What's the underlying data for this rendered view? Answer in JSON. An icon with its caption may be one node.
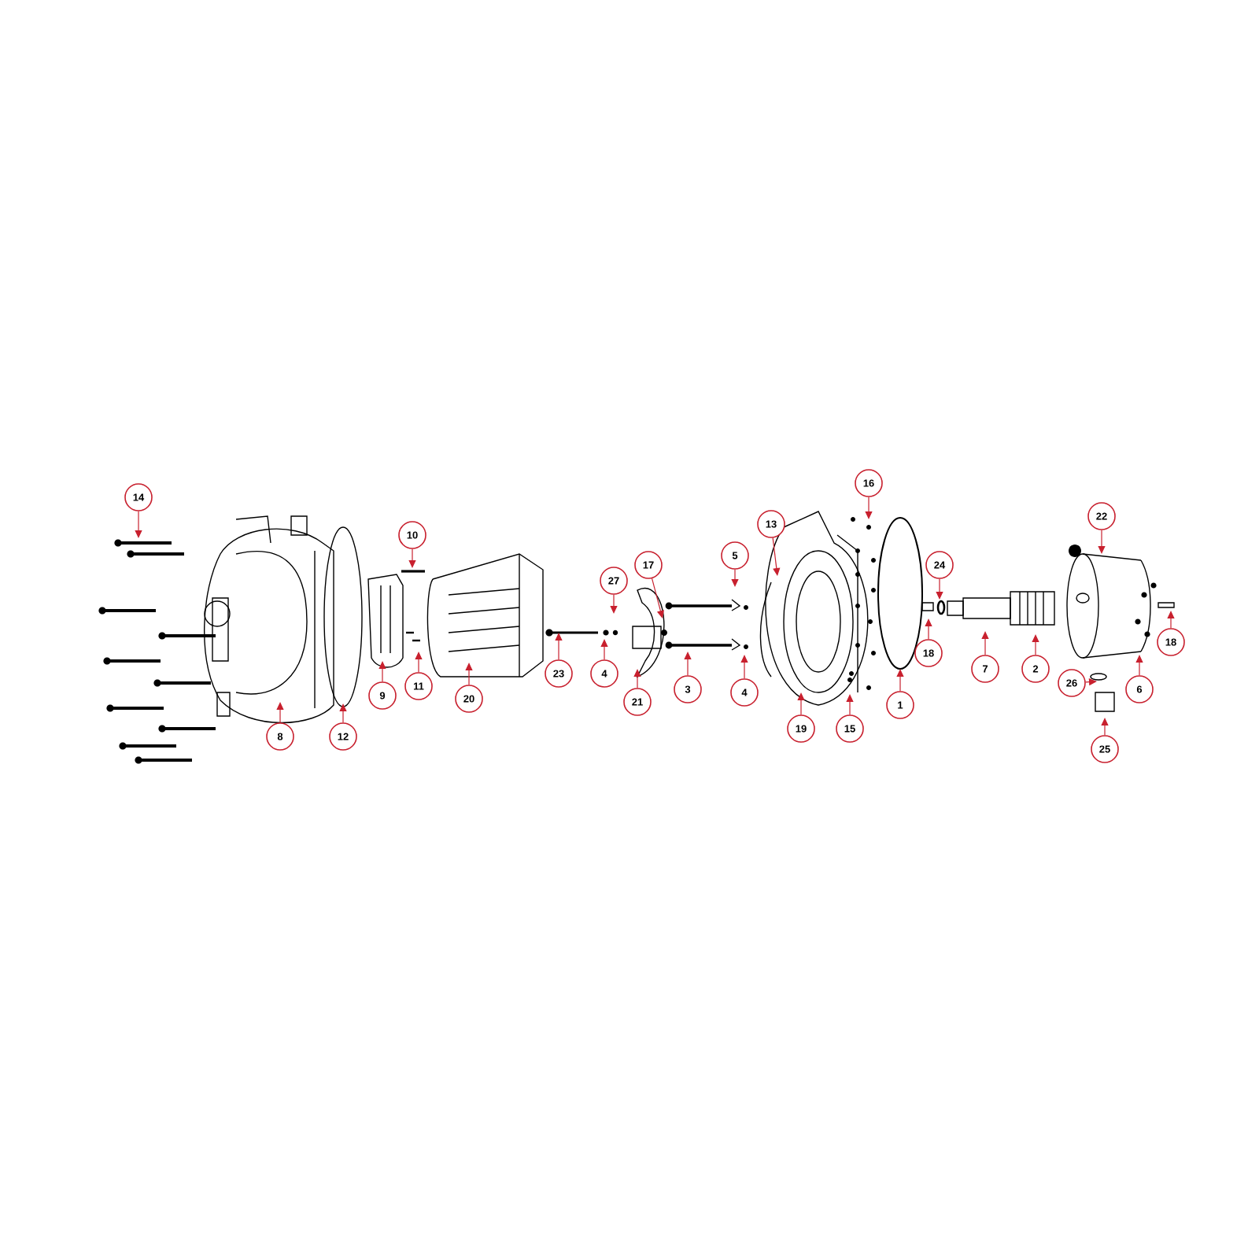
{
  "diagram": {
    "nodes": [
      {
        "text": [
          "14"
        ]
      },
      {
        "text": [
          "8"
        ]
      },
      {
        "text": [
          "12"
        ]
      },
      {
        "text": [
          "9"
        ]
      },
      {
        "text": [
          "10"
        ]
      },
      {
        "text": [
          "11"
        ]
      },
      {
        "text": [
          "20"
        ]
      },
      {
        "text": [
          "23"
        ]
      },
      {
        "text": [
          "27"
        ]
      },
      {
        "text": [
          "4"
        ]
      },
      {
        "text": [
          "17"
        ]
      },
      {
        "text": [
          "21"
        ]
      },
      {
        "text": [
          "3"
        ]
      },
      {
        "text": [
          "5"
        ]
      },
      {
        "text": [
          "4"
        ]
      },
      {
        "text": [
          "13"
        ]
      },
      {
        "text": [
          "19"
        ]
      },
      {
        "text": [
          "16"
        ]
      },
      {
        "text": [
          "15"
        ]
      },
      {
        "text": [
          "1"
        ]
      },
      {
        "text": [
          "24"
        ]
      },
      {
        "text": [
          "18"
        ]
      },
      {
        "text": [
          "7"
        ]
      },
      {
        "text": [
          "2"
        ]
      },
      {
        "text": [
          "22"
        ]
      },
      {
        "text": [
          "26"
        ]
      },
      {
        "text": [
          "25"
        ]
      },
      {
        "text": [
          "6"
        ]
      },
      {
        "text": [
          "18"
        ]
      }
    ],
    "edges": [
      {
        "from": 0,
        "to": null,
        "arrow": "to"
      },
      {
        "from": 1,
        "to": null,
        "arrow": "to"
      },
      {
        "from": 2,
        "to": null,
        "arrow": "to"
      },
      {
        "from": 3,
        "to": null,
        "arrow": "to"
      },
      {
        "from": 4,
        "to": null,
        "arrow": "to"
      },
      {
        "from": 5,
        "to": null,
        "arrow": "to"
      },
      {
        "from": 6,
        "to": null,
        "arrow": "to"
      },
      {
        "from": 7,
        "to": null,
        "arrow": "to"
      },
      {
        "from": 8,
        "to": null,
        "arrow": "to"
      },
      {
        "from": 9,
        "to": null,
        "arrow": "to"
      },
      {
        "from": 10,
        "to": null,
        "arrow": "to"
      },
      {
        "from": 11,
        "to": null,
        "arrow": "to"
      },
      {
        "from": 12,
        "to": null,
        "arrow": "to"
      },
      {
        "from": 13,
        "to": null,
        "arrow": "to"
      },
      {
        "from": 14,
        "to": null,
        "arrow": "to"
      },
      {
        "from": 15,
        "to": null,
        "arrow": "to"
      },
      {
        "from": 16,
        "to": null,
        "arrow": "to"
      },
      {
        "from": 17,
        "to": null,
        "arrow": "to"
      },
      {
        "from": 18,
        "to": null,
        "arrow": "to"
      },
      {
        "from": 19,
        "to": null,
        "arrow": "to"
      },
      {
        "from": 20,
        "to": null,
        "arrow": "to"
      },
      {
        "from": 21,
        "to": null,
        "arrow": "to"
      },
      {
        "from": 22,
        "to": null,
        "arrow": "to"
      },
      {
        "from": 23,
        "to": null,
        "arrow": "to"
      },
      {
        "from": 24,
        "to": null,
        "arrow": "to"
      },
      {
        "from": 25,
        "to": null,
        "arrow": "to"
      },
      {
        "from": 26,
        "to": null,
        "arrow": "to"
      },
      {
        "from": 27,
        "to": null,
        "arrow": "to"
      },
      {
        "from": 28,
        "to": null,
        "arrow": "to"
      }
    ]
  }
}
